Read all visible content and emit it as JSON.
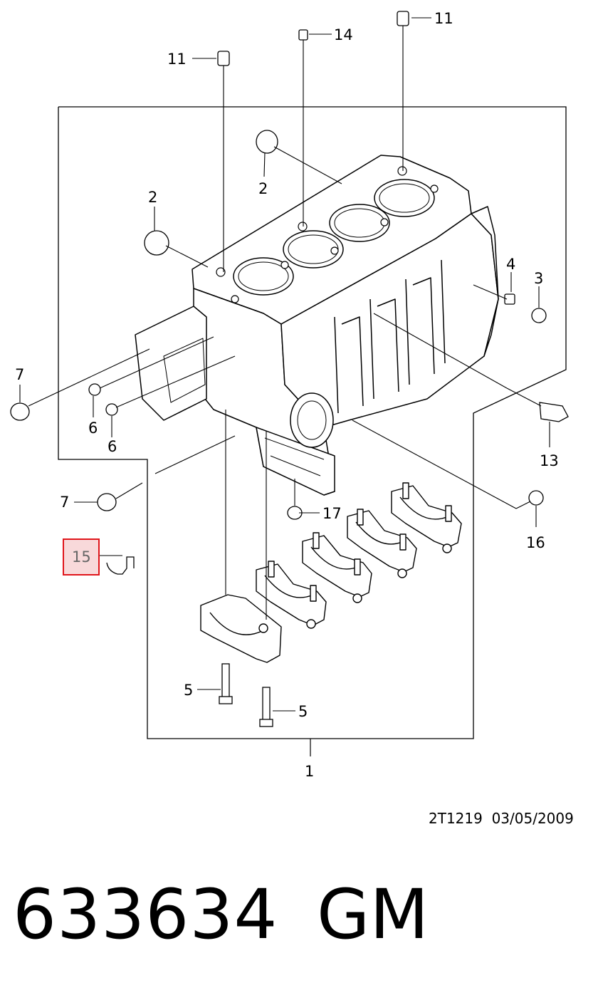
{
  "callouts": {
    "c1": "1",
    "c2a": "2",
    "c2b": "2",
    "c3": "3",
    "c4": "4",
    "c5a": "5",
    "c5b": "5",
    "c6a": "6",
    "c6b": "6",
    "c7a": "7",
    "c7b": "7",
    "c11a": "11",
    "c11b": "11",
    "c13": "13",
    "c14": "14",
    "c15": "15",
    "c16": "16",
    "c17": "17"
  },
  "highlight_color": "#e0161b",
  "highlight_fill": "#f8d9da",
  "drawing_code": "2T1219",
  "drawing_date": "03/05/2009",
  "part_number": "633634",
  "brand": "GM"
}
